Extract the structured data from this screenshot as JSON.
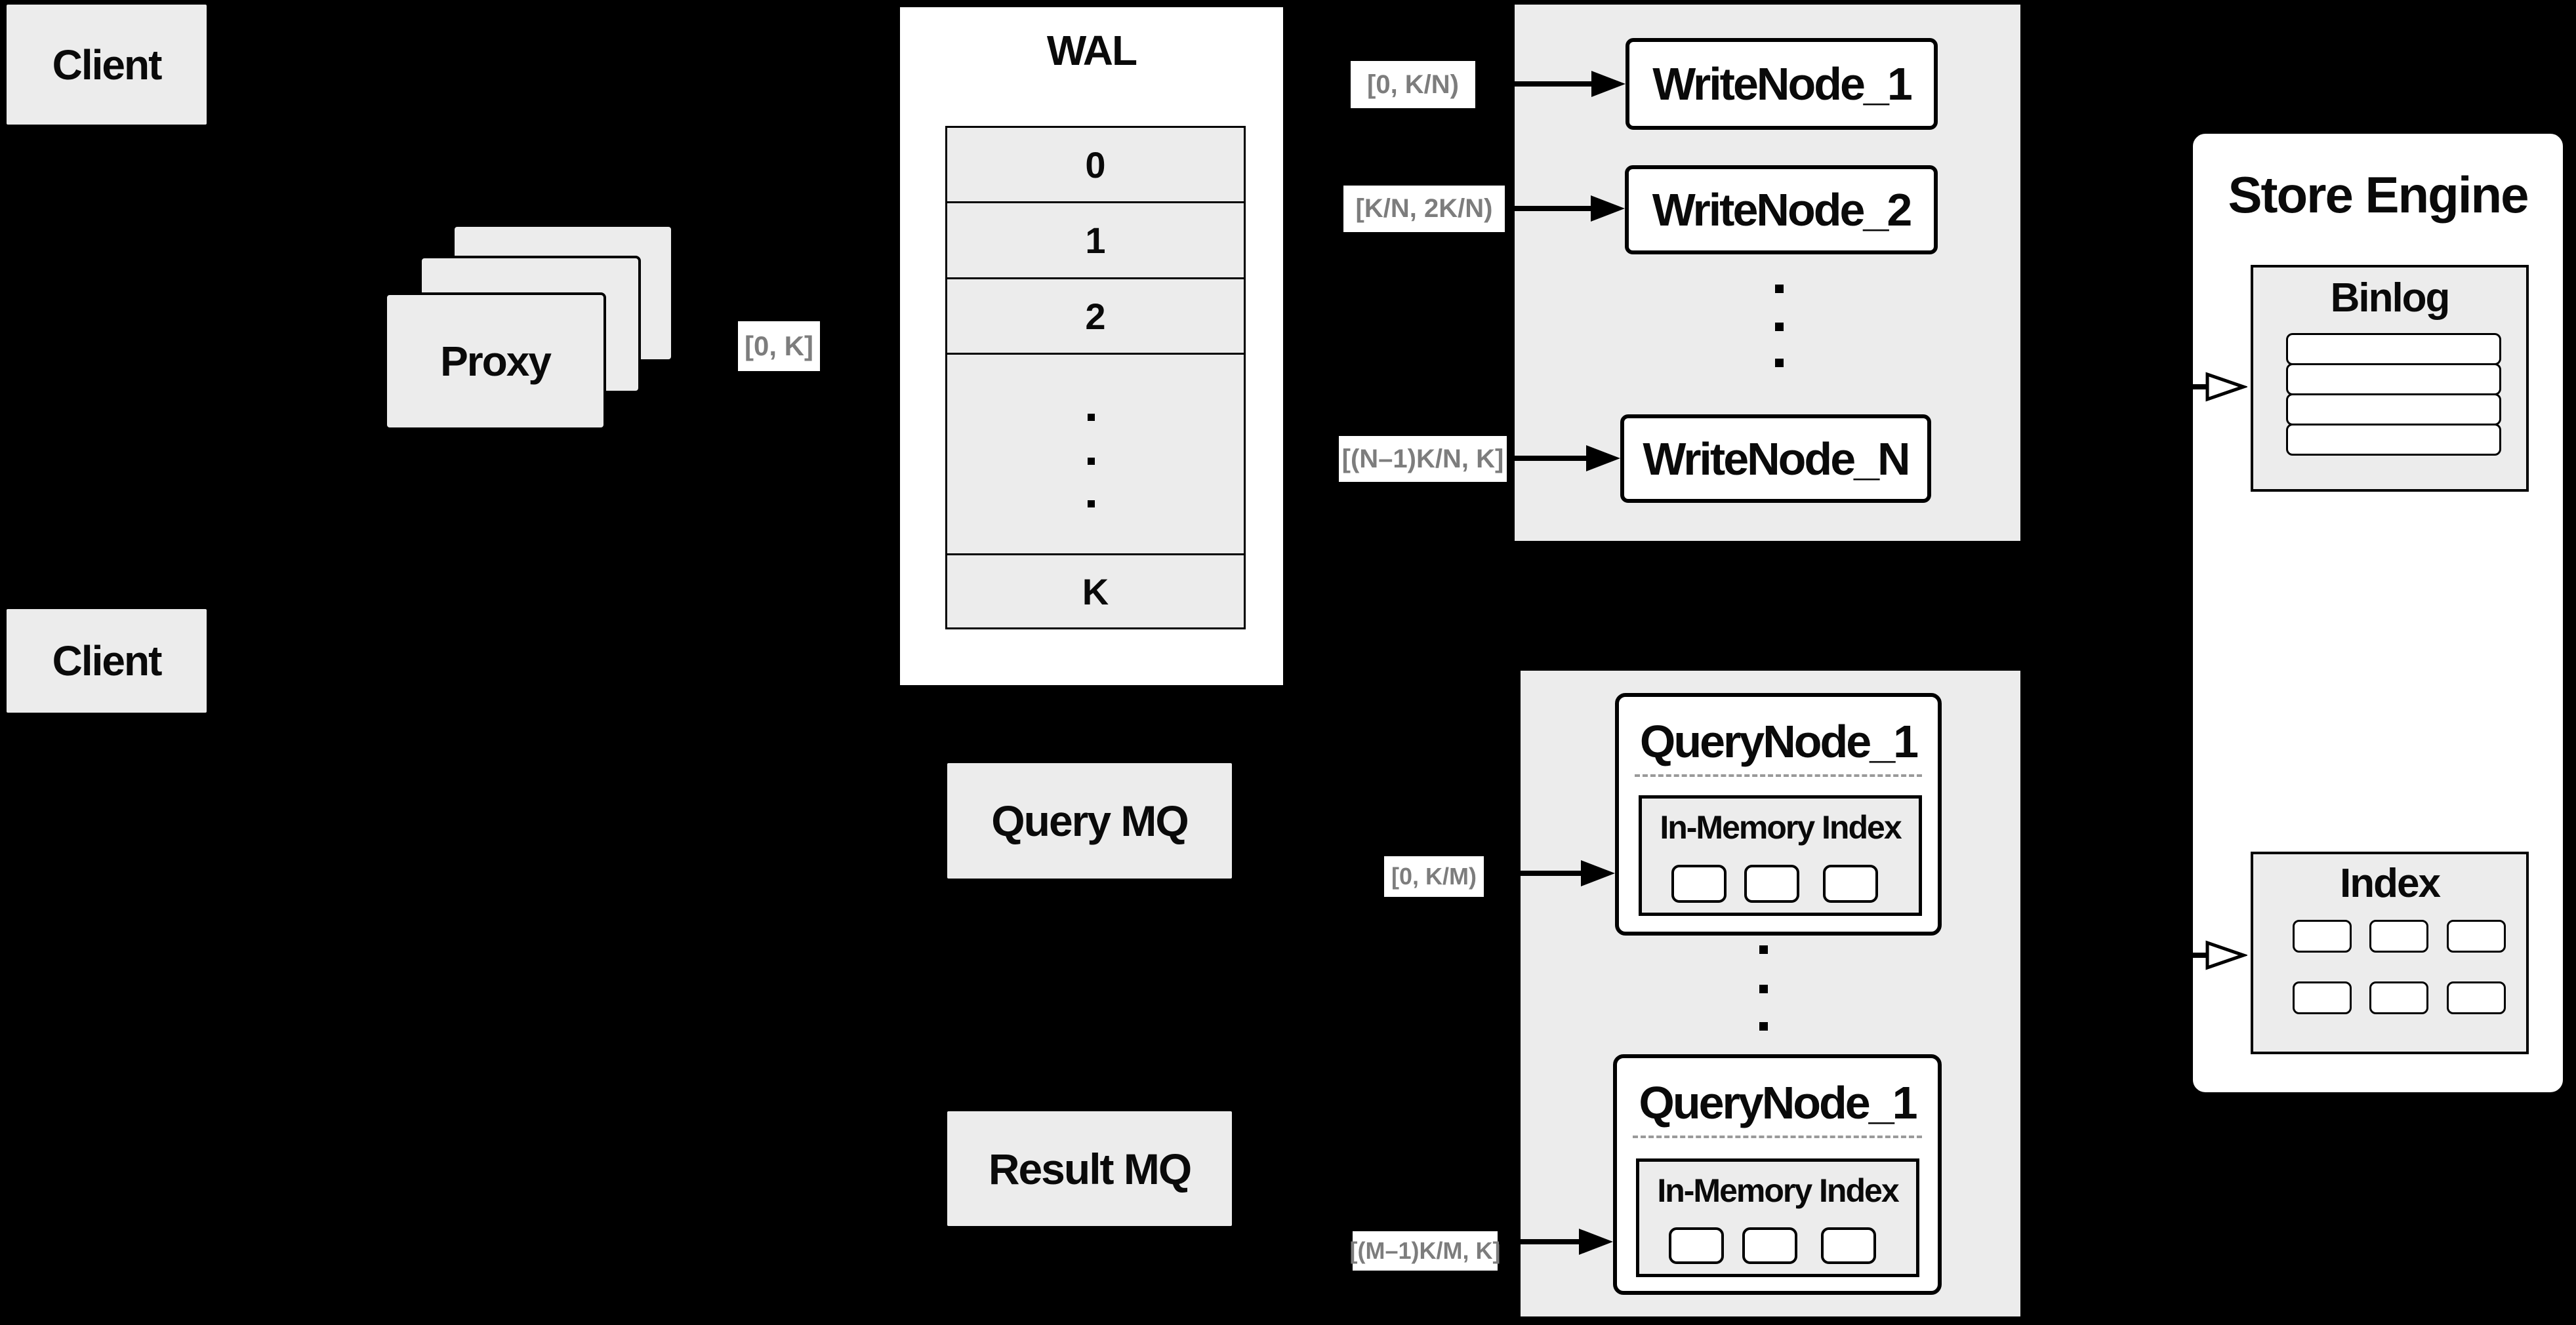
{
  "clients": {
    "top": "Client",
    "bottom": "Client"
  },
  "proxy": {
    "label": "Proxy",
    "range_label": "[0, K]"
  },
  "wal": {
    "title": "WAL",
    "rows": [
      "0",
      "1",
      "2",
      "K"
    ]
  },
  "write_cluster": {
    "labels": [
      "[0, K/N)",
      "[K/N, 2K/N)",
      "[(N–1)K/N, K]"
    ],
    "nodes": [
      "WriteNode_1",
      "WriteNode_2",
      "WriteNode_N"
    ]
  },
  "mq": {
    "query": "Query MQ",
    "result": "Result MQ"
  },
  "query_cluster": {
    "labels": [
      "[0, K/M)",
      "[(M–1)K/M, K]"
    ],
    "nodes": [
      {
        "title": "QueryNode_1",
        "inner_title": "In-Memory Index"
      },
      {
        "title": "QueryNode_1",
        "inner_title": "In-Memory Index"
      }
    ]
  },
  "storage": {
    "title": "Store Engine",
    "binlog_title": "Binlog",
    "index_title": "Index"
  },
  "colors": {
    "background": "#000000",
    "panel": "#ececec",
    "box_fill": "#ffffff",
    "label_text": "#7d7d7d",
    "line": "#000000"
  }
}
